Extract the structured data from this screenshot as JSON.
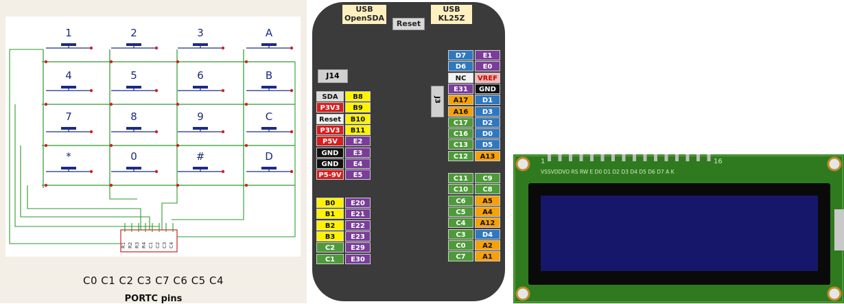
{
  "keypad": {
    "keys": [
      [
        "1",
        "2",
        "3",
        "A"
      ],
      [
        "4",
        "5",
        "6",
        "B"
      ],
      [
        "7",
        "8",
        "9",
        "C"
      ],
      [
        "*",
        "0",
        "#",
        "D"
      ]
    ],
    "connector_pins": [
      "R1",
      "R2",
      "R3",
      "R4",
      "C1",
      "C2",
      "C3",
      "C4"
    ],
    "caption_pins": "C0 C1 C2 C3 C7 C6 C5 C4",
    "caption_port": "PORTC pins"
  },
  "board": {
    "usb_opensda": [
      "USB",
      "OpenSDA"
    ],
    "reset": "Reset",
    "usb_kl25z": [
      "USB",
      "KL25Z"
    ],
    "j14": "J14",
    "j3": "J3",
    "left_power": [
      {
        "a": "SDA",
        "b": "B8"
      },
      {
        "a": "P3V3",
        "b": "B9"
      },
      {
        "a": "Reset",
        "b": "B10"
      },
      {
        "a": "P3V3",
        "b": "B11"
      },
      {
        "a": "P5V",
        "b": "E2"
      },
      {
        "a": "GND",
        "b": "E3"
      },
      {
        "a": "GND",
        "b": "E4"
      },
      {
        "a": "P5-9V",
        "b": "E5"
      }
    ],
    "left_bottom": [
      {
        "a": "B0",
        "b": "E20"
      },
      {
        "a": "B1",
        "b": "E21"
      },
      {
        "a": "B2",
        "b": "E22"
      },
      {
        "a": "B3",
        "b": "E23"
      },
      {
        "a": "C2",
        "b": "E29"
      },
      {
        "a": "C1",
        "b": "E30"
      }
    ],
    "right_top": [
      {
        "a": "D7",
        "b": "E1"
      },
      {
        "a": "D6",
        "b": "E0"
      },
      {
        "a": "NC",
        "b": "VREF"
      },
      {
        "a": "E31",
        "b": "GND"
      },
      {
        "a": "A17",
        "b": "D1"
      },
      {
        "a": "A16",
        "b": "D3"
      },
      {
        "a": "C17",
        "b": "D2"
      },
      {
        "a": "C16",
        "b": "D0"
      },
      {
        "a": "C13",
        "b": "D5"
      },
      {
        "a": "C12",
        "b": "A13"
      }
    ],
    "right_bottom": [
      {
        "a": "C11",
        "b": "C9"
      },
      {
        "a": "C10",
        "b": "C8"
      },
      {
        "a": "C6",
        "b": "A5"
      },
      {
        "a": "C5",
        "b": "A4"
      },
      {
        "a": "C4",
        "b": "A12"
      },
      {
        "a": "C3",
        "b": "D4"
      },
      {
        "a": "C0",
        "b": "A2"
      },
      {
        "a": "C7",
        "b": "A1"
      }
    ]
  },
  "lcd": {
    "pin_labels": "VSSVDDVO RS RW E D0 D1 D2 D3 D4 D5 D6 D7 A K",
    "pin_first": "1",
    "pin_last": "16"
  },
  "colors": {
    "wire": "#2a9a2a",
    "node": "#cc2222",
    "button": "#1b2a8a",
    "board": "#3b3b3b",
    "lcd_pcb": "#2f7a1f",
    "lcd_screen": "#16166a"
  }
}
